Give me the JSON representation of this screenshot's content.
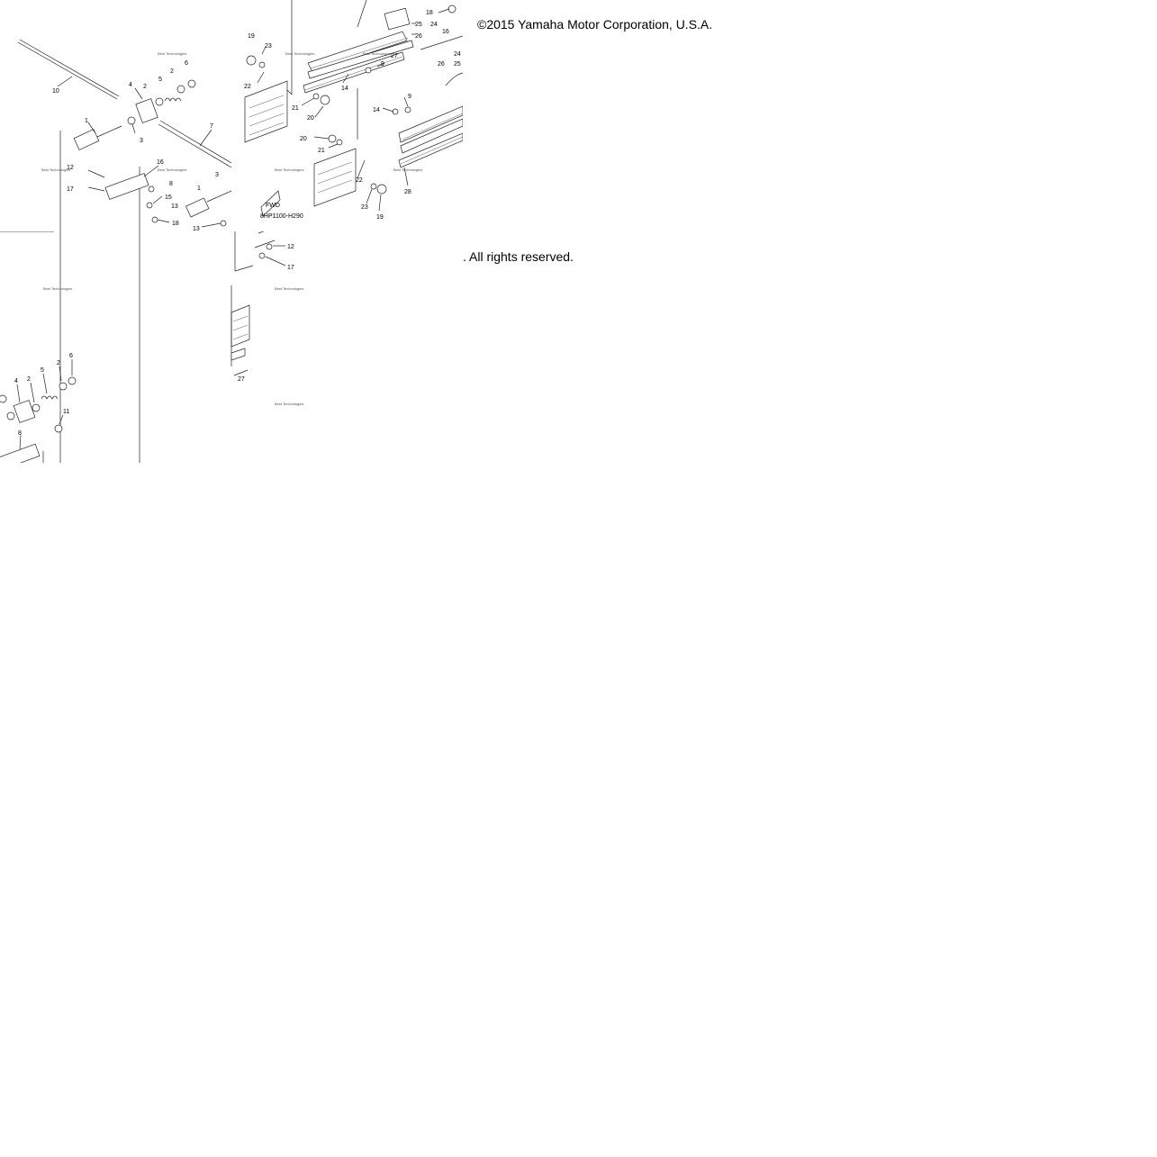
{
  "copyright": "©2015 Yamaha Motor Corporation, U.S.A.",
  "rights": ". All rights reserved.",
  "diagram_code": "8HP1100-H290",
  "fwd_label": "FWD",
  "watermark": "Best Technologies",
  "callouts": {
    "a": [
      "10",
      "4",
      "2",
      "5",
      "2",
      "6",
      "1",
      "3",
      "7",
      "16",
      "12",
      "8",
      "17",
      "15",
      "13",
      "18",
      "1",
      "3",
      "13"
    ],
    "b": [
      "18",
      "25",
      "24",
      "26",
      "16",
      "19",
      "23",
      "22",
      "21",
      "20",
      "14",
      "9",
      "27",
      "26",
      "25",
      "24",
      "9",
      "14",
      "20",
      "21",
      "22",
      "23",
      "19",
      "28",
      "12",
      "17"
    ],
    "c": [
      "4",
      "2",
      "5",
      "2",
      "6",
      "11",
      "8"
    ],
    "d": [
      "27"
    ]
  }
}
